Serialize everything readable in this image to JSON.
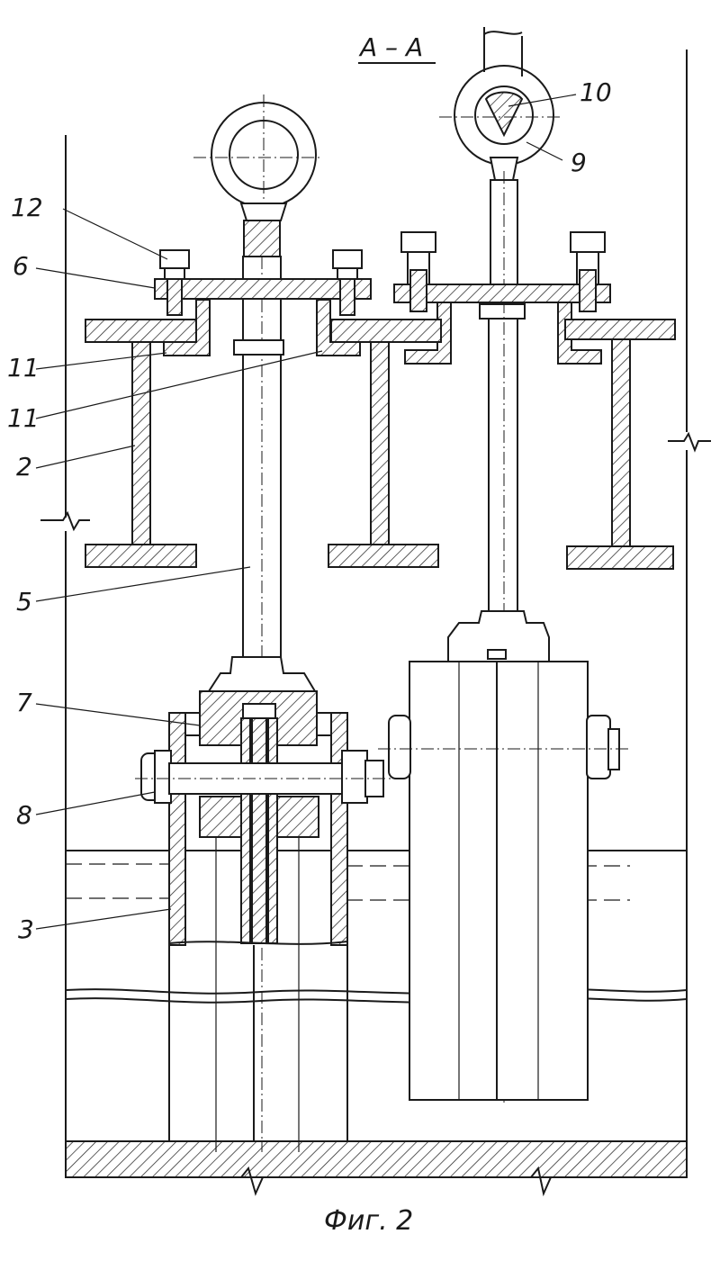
{
  "section_label": "A – A",
  "caption": "Фиг. 2",
  "part_labels": {
    "p12": "12",
    "p6": "6",
    "p11a": "11",
    "p11b": "11",
    "p2": "2",
    "p5": "5",
    "p7": "7",
    "p8": "8",
    "p3": "3",
    "p10": "10",
    "p9": "9"
  }
}
